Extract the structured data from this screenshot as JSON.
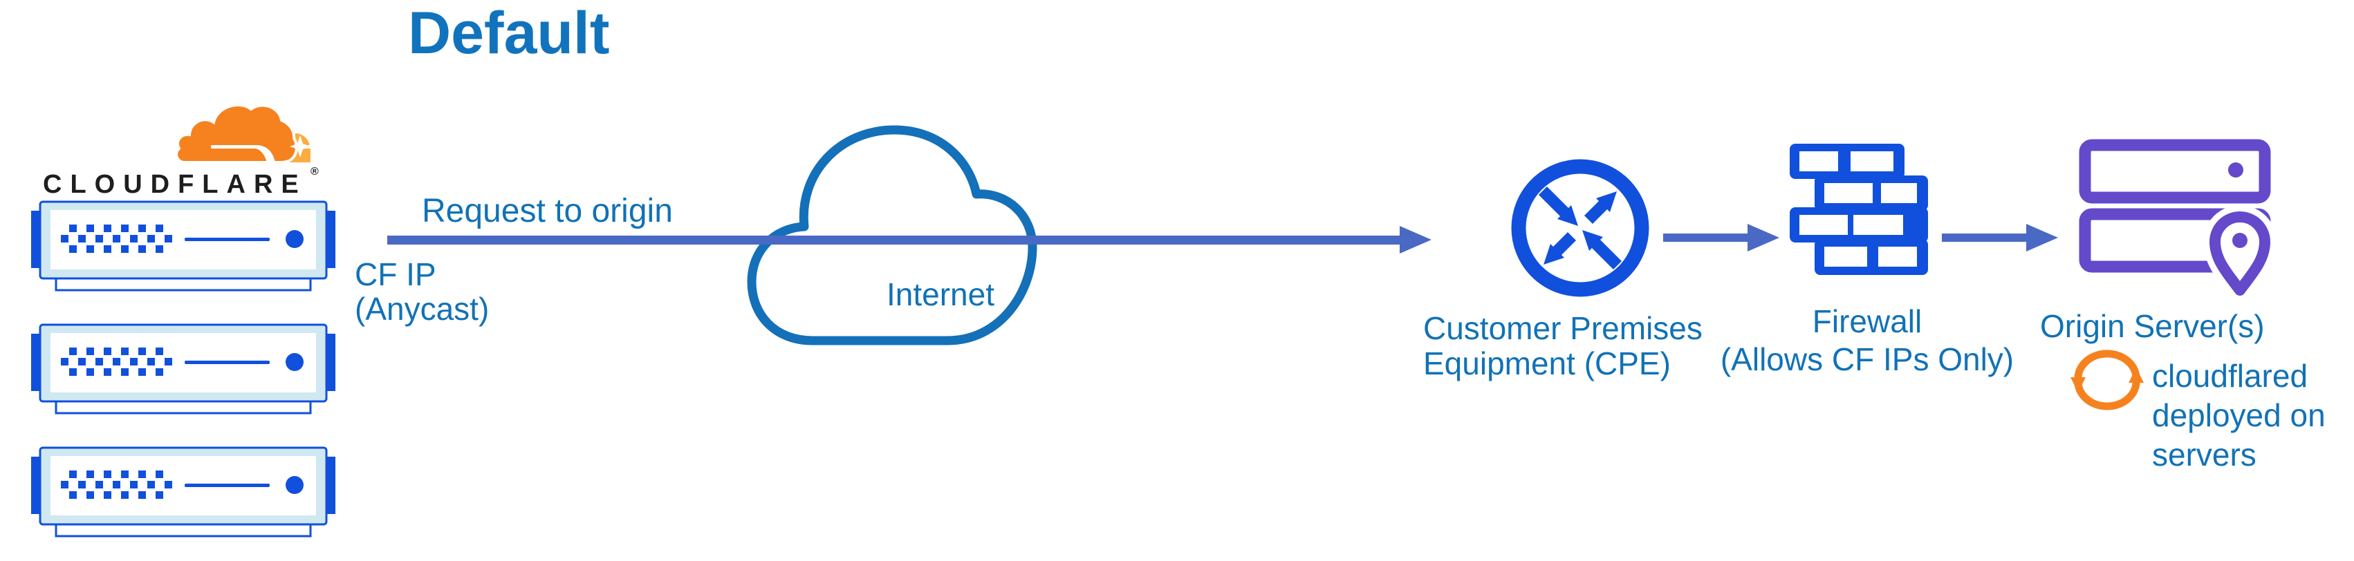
{
  "header": {
    "title": "Default"
  },
  "brand": {
    "wordmark": "CLOUDFLARE",
    "registered_mark": "®"
  },
  "flow": {
    "request_label": "Request to origin",
    "cf_ip_label_line1": "CF IP",
    "cf_ip_label_line2": "(Anycast)",
    "internet_label": "Internet",
    "cpe_label_line1": "Customer Premises",
    "cpe_label_line2": "Equipment (CPE)",
    "firewall_label_line1": "Firewall",
    "firewall_label_line2": "(Allows CF IPs Only)",
    "origin_label": "Origin Server(s)",
    "cloudflared_label_line1": "cloudflared",
    "cloudflared_label_line2": "deployed on",
    "cloudflared_label_line3": "servers"
  },
  "icons": {
    "cloudflare_logo": "orange-cloud-brand-logo",
    "edge_server": "blue-server-rack-unit",
    "internet": "blue-outline-cloud",
    "cpe": "circle-with-four-arrows-router",
    "firewall": "blue-brick-wall",
    "origin_server": "purple-servers-with-location-pin",
    "cloudflared": "orange-sync-cycle-arrows"
  },
  "colors": {
    "title_text": "#1273bd",
    "label_text": "#1172b6",
    "arrow": "#4a69c4",
    "icon_blue": "#1150dd",
    "icon_pale_blue": "#cfe8f2",
    "icon_purple": "#6449cb",
    "brand_orange": "#f6821f",
    "brand_orange_light": "#fbad41",
    "wordmark_dark": "#1e1e1e",
    "cloud_outline": "#1470b8"
  }
}
